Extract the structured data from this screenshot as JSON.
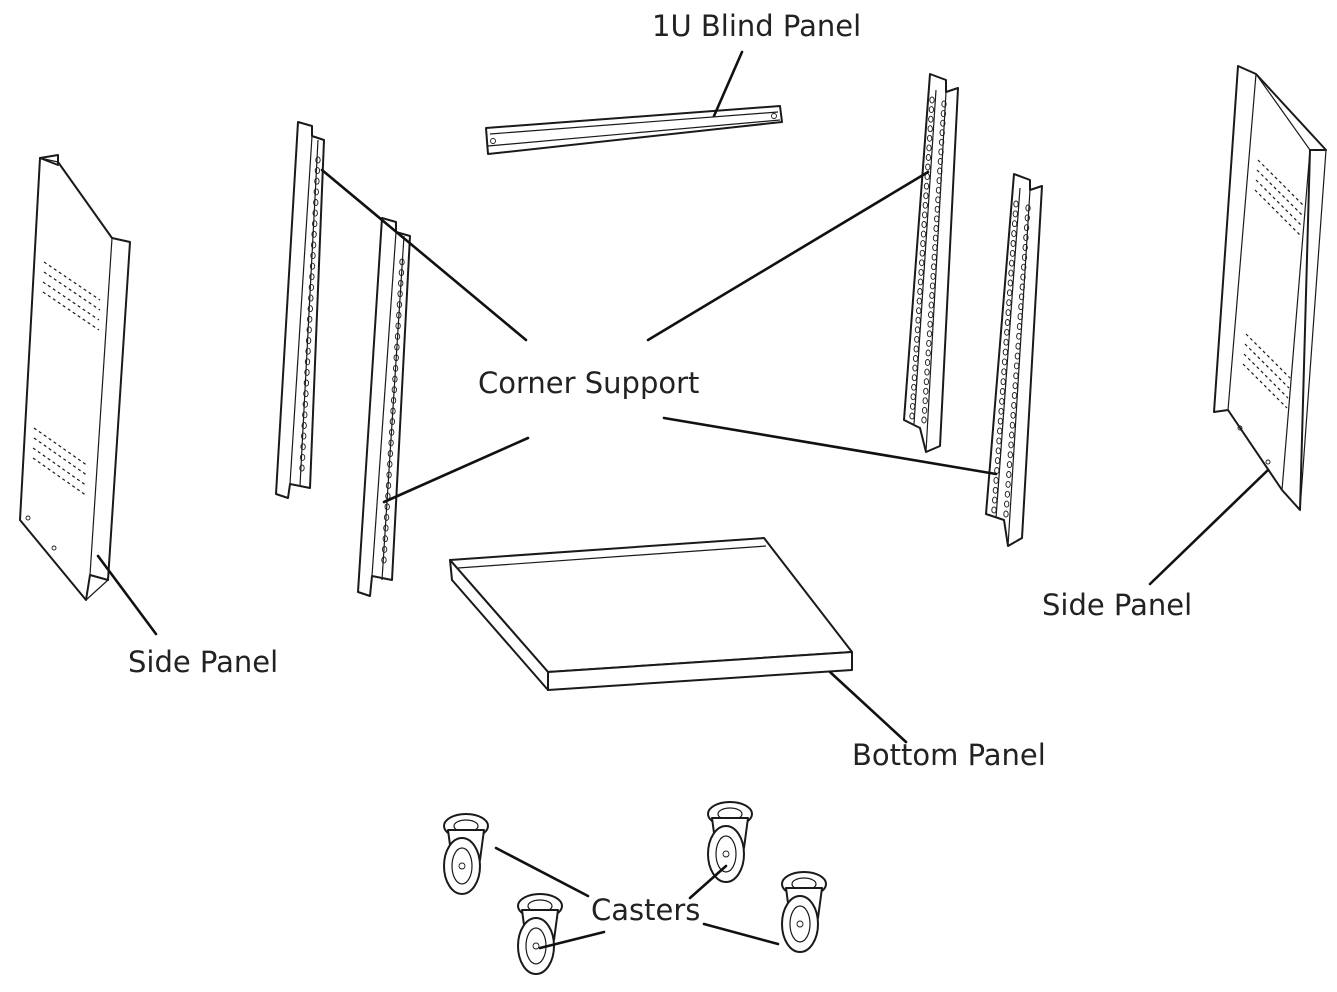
{
  "labels": {
    "blind_panel": "1U Blind Panel",
    "corner_support": "Corner Support",
    "side_panel_left": "Side Panel",
    "side_panel_right": "Side Panel",
    "bottom_panel": "Bottom Panel",
    "casters": "Casters"
  },
  "colors": {
    "line": "#1a1a1a",
    "text": "#222222",
    "background": "#ffffff"
  }
}
